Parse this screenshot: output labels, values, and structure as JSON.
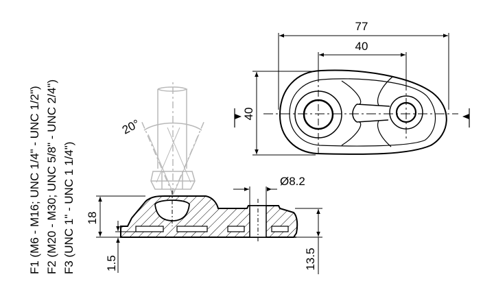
{
  "dimensions": {
    "overall_length": "77",
    "hole_spacing": "40",
    "height_top_view": "40",
    "diameter": "Ø8.2",
    "base_height": "18",
    "thickness": "1.5",
    "side_height": "13.5"
  },
  "angle": "20°",
  "variants": {
    "f1": "F1 (M6 - M16; UNC 1/4\" - UNC 1/2\")",
    "f2": "F2 (M20 - M30; UNC 5/8\" - UNC 2/4\")",
    "f3": "F3 (UNC 1\" - UNC 1 1/4\")"
  },
  "colors": {
    "line": "#000000",
    "ghost": "#b8b8b8"
  }
}
